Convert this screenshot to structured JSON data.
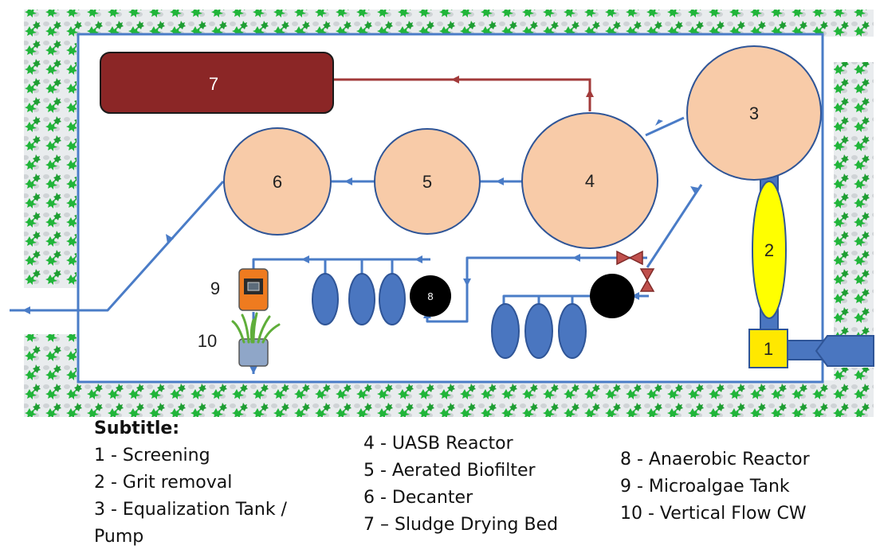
{
  "colors": {
    "pipe": "#4a7cc7",
    "sludge_pipe": "#a23a3a",
    "tank_fill": "#f8cba8",
    "sludge_bed": "#8b2626",
    "grit": "#ffff00",
    "screen": "#ffe800",
    "hedge_green": "#21b53a",
    "filter_blue": "#4a76c0",
    "anaerobic": "#000000",
    "microalgae": "#ef7b1f"
  },
  "labels": {
    "n1": "1",
    "n2": "2",
    "n3": "3",
    "n4": "4",
    "n5": "5",
    "n6": "6",
    "n7": "7",
    "n8": "8",
    "n9": "9",
    "n10": "10"
  },
  "legend": {
    "title": "Subtitle:",
    "col1": [
      "1 - Screening",
      "2 - Grit removal",
      "3 - Equalization Tank /",
      "Pump"
    ],
    "col2": [
      "4 - UASB Reactor",
      "5 - Aerated Biofilter",
      "6 - Decanter",
      "7 – Sludge Drying Bed"
    ],
    "col3": [
      "8 - Anaerobic Reactor",
      "9 - Microalgae Tank",
      "10 - Vertical Flow CW"
    ]
  }
}
